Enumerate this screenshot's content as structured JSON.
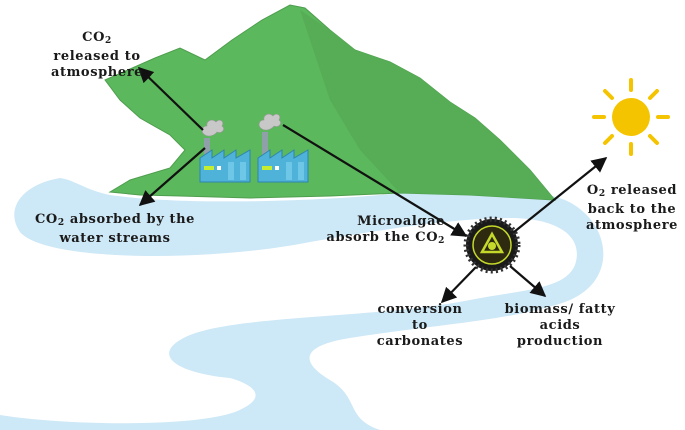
{
  "labels": {
    "co2_released": {
      "line1_main": "CO",
      "line1_sub": "2",
      "line2": "released to",
      "line3": "atmosphere"
    },
    "co2_absorbed": {
      "line1_main": "CO",
      "line1_sub": "2",
      "line1_rest": " absorbed by the",
      "line2": "water streams"
    },
    "microalgae": {
      "line1": "Microalgae",
      "line2_main": "absorb the CO",
      "line2_sub": "2"
    },
    "o2_released": {
      "line1_main": "O",
      "line1_sub": "2",
      "line1_rest": " released",
      "line2": "back to the",
      "line3": "atmosphere"
    },
    "conversion": {
      "line1": "conversion",
      "line2": "to",
      "line3": "carbonates"
    },
    "biomass": {
      "line1": "biomass/ fatty",
      "line2": "acids",
      "line3": "production"
    }
  },
  "colors": {
    "mountain": "#5cb85c",
    "mountain_edge": "#4a9a4a",
    "water": "#cde8f6",
    "factory": "#4fb3d9",
    "factory_dark": "#2e86b0",
    "smoke": "#c8c8c8",
    "sun": "#f5c400",
    "arrow": "#111111",
    "cell_ring": "#1a1a1a",
    "cell_fill": "#2e2a10",
    "cell_symbol": "#c5d92a"
  },
  "icons": [
    "factory-icon",
    "sun-icon",
    "microalgae-cell-icon"
  ]
}
